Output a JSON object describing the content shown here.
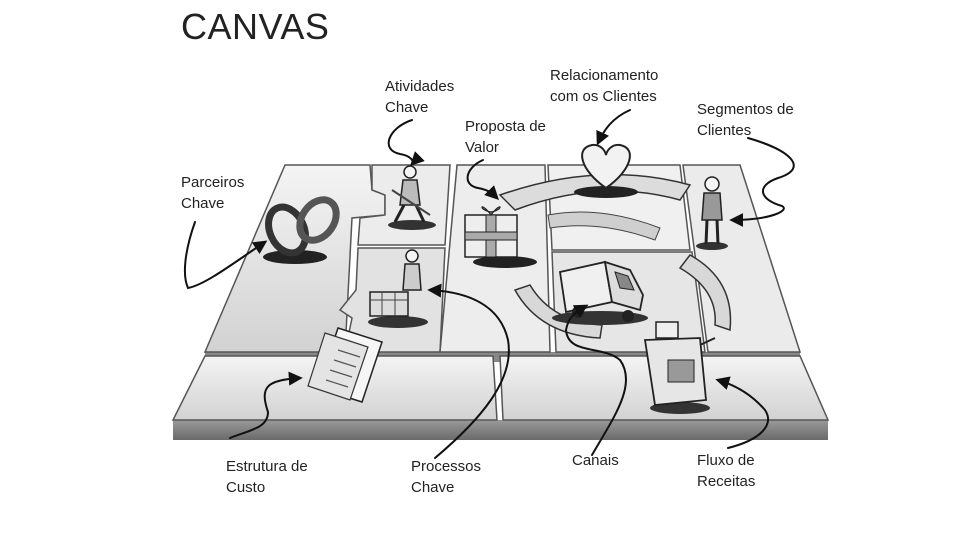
{
  "title": "CANVAS",
  "labels": {
    "atividades": [
      "Atividades",
      "Chave"
    ],
    "relacionamento": [
      "Relacionamento",
      "com os Clientes"
    ],
    "proposta": [
      "Proposta de",
      "Valor"
    ],
    "segmentos": [
      "Segmentos de",
      "Clientes"
    ],
    "parceiros": [
      "Parceiros",
      "Chave"
    ],
    "estrutura": [
      "Estrutura de",
      "Custo"
    ],
    "processos": [
      "Processos",
      "Chave"
    ],
    "canais": [
      "Canais"
    ],
    "fluxo": [
      "Fluxo de",
      "Receitas"
    ]
  },
  "icons": [
    "rings-icon",
    "worker-icon",
    "gift-icon",
    "heart-icon",
    "truck-icon",
    "person-icon",
    "cash-register-icon",
    "document-icon",
    "packer-icon"
  ]
}
